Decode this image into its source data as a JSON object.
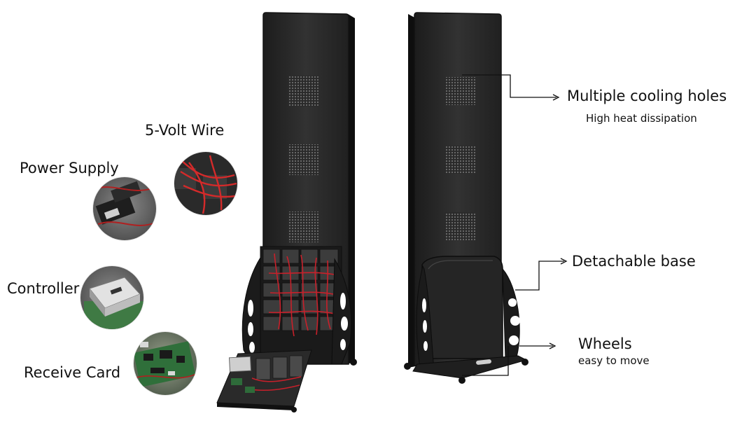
{
  "labels": {
    "five_volt_wire": "5-Volt Wire",
    "power_supply": "Power Supply",
    "controller": "Controller",
    "receive_card": "Receive Card",
    "cooling": "Multiple cooling holes",
    "cooling_sub": "High heat dissipation",
    "base": "Detachable base",
    "wheels": "Wheels",
    "wheels_sub": "easy to move"
  },
  "colors": {
    "panel": "#2b2b2b",
    "panel_edge": "#161616",
    "panel_highlight": "#4a4a4a",
    "wire_red": "#c8202a",
    "pointer_line": "#111111",
    "background": "#ffffff"
  },
  "icons": {
    "cooling_vent": "grille-dots",
    "pointer": "arrow-right"
  }
}
